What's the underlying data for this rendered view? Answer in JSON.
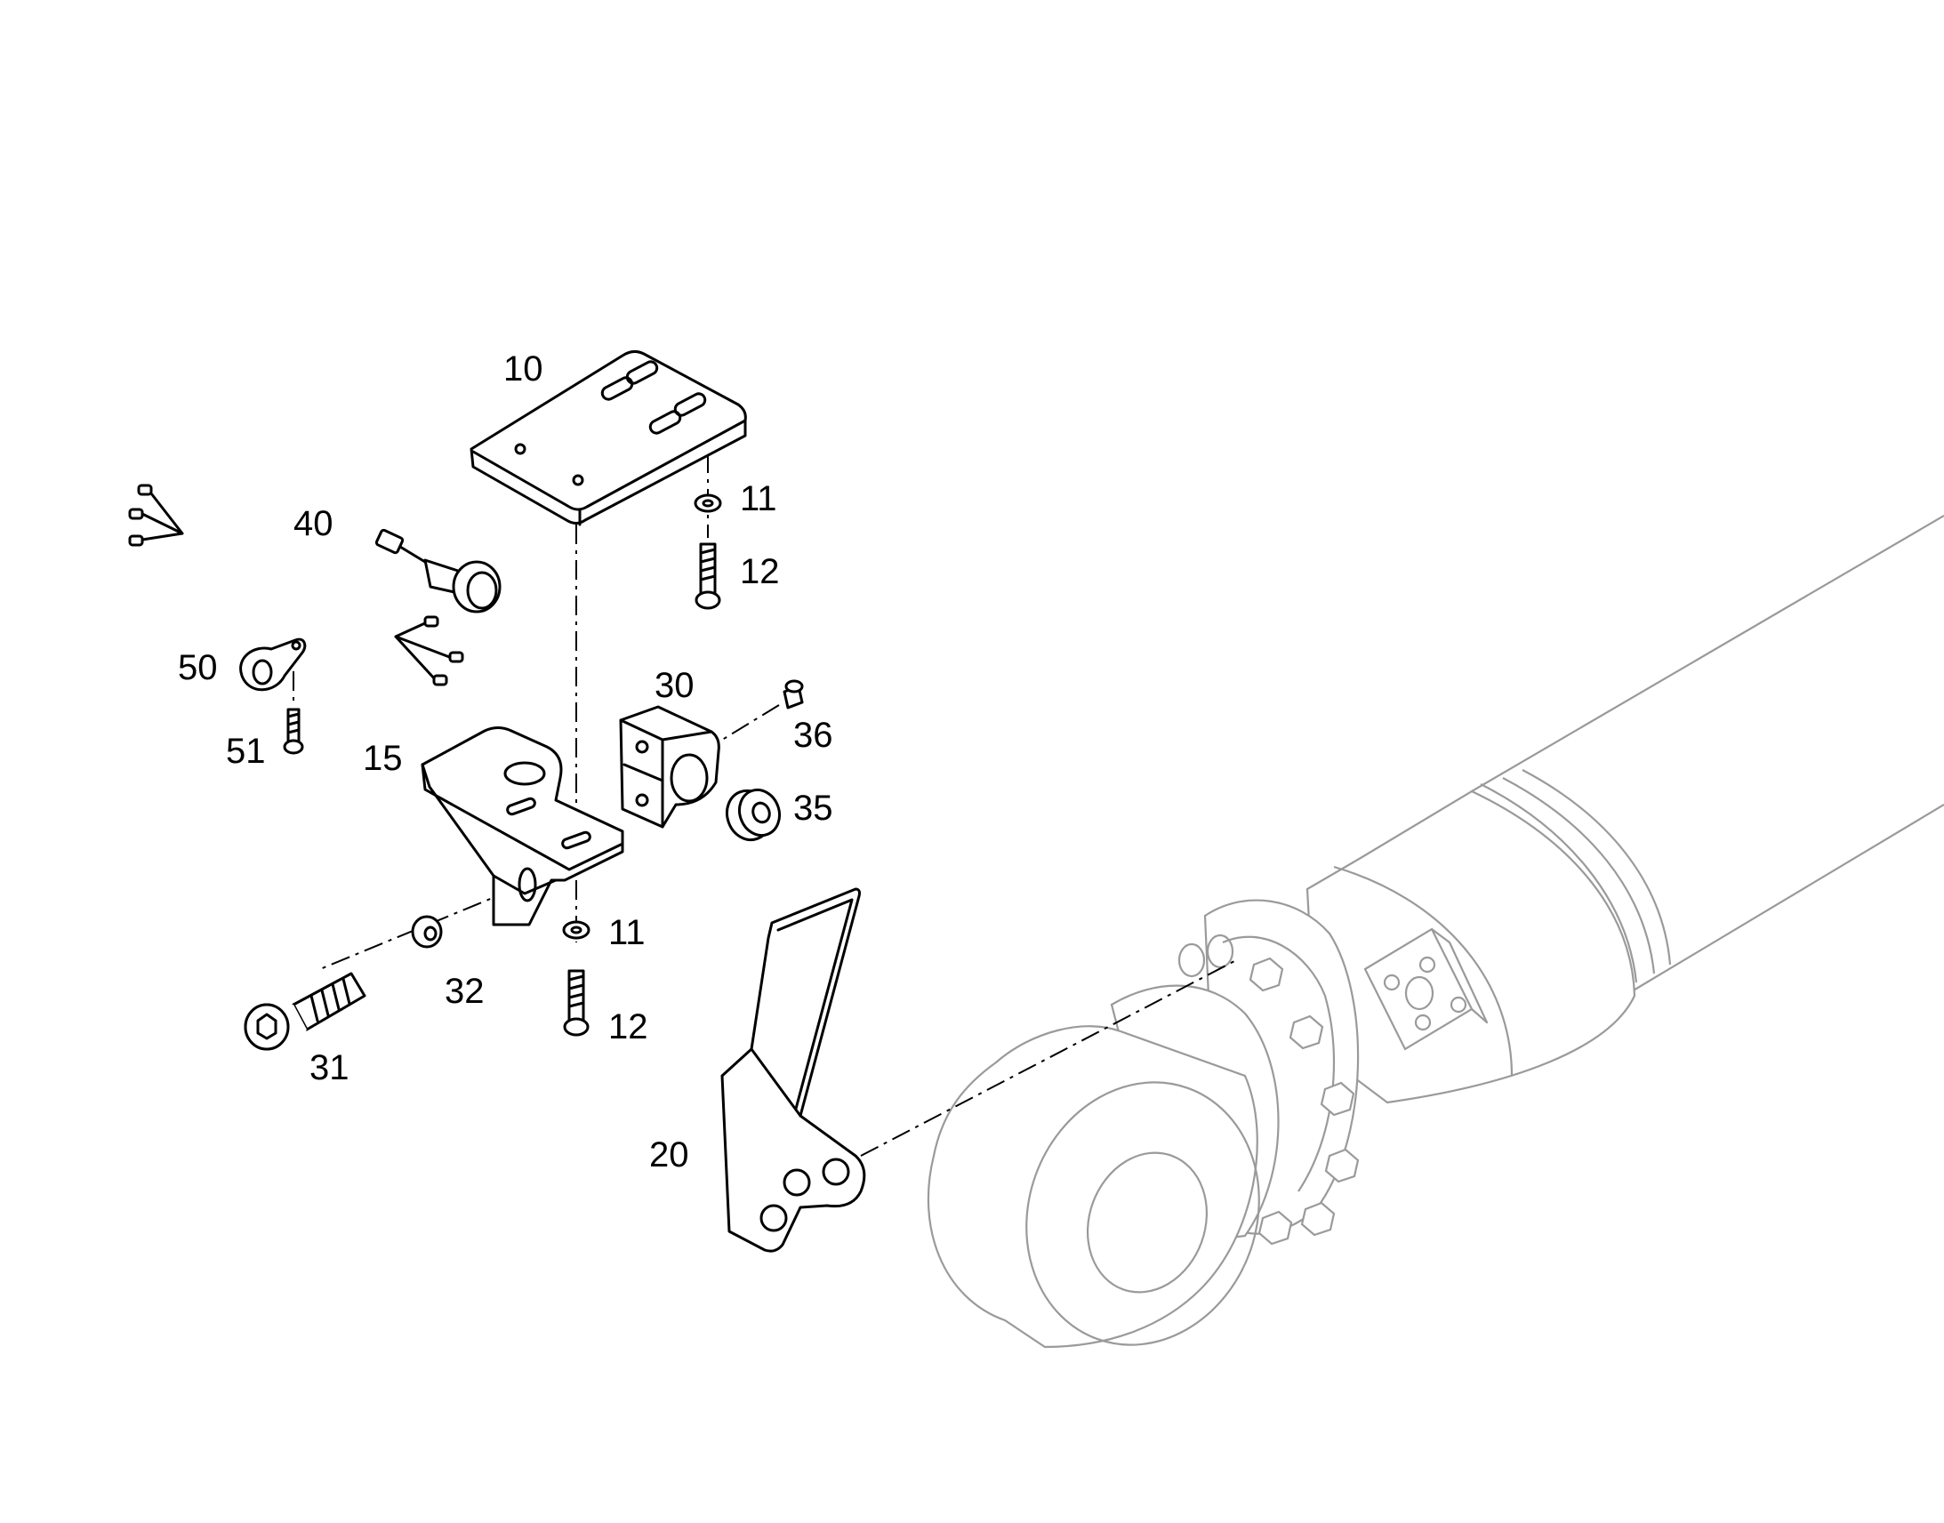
{
  "diagram": {
    "callouts": [
      {
        "id": "c10",
        "text": "10"
      },
      {
        "id": "c11a",
        "text": "11"
      },
      {
        "id": "c12a",
        "text": "12"
      },
      {
        "id": "c40",
        "text": "40"
      },
      {
        "id": "c50",
        "text": "50"
      },
      {
        "id": "c51",
        "text": "51"
      },
      {
        "id": "c15",
        "text": "15"
      },
      {
        "id": "c30",
        "text": "30"
      },
      {
        "id": "c36",
        "text": "36"
      },
      {
        "id": "c35",
        "text": "35"
      },
      {
        "id": "c11b",
        "text": "11"
      },
      {
        "id": "c12b",
        "text": "12"
      },
      {
        "id": "c32",
        "text": "32"
      },
      {
        "id": "c31",
        "text": "31"
      },
      {
        "id": "c20",
        "text": "20"
      }
    ],
    "colors": {
      "line": "#000000",
      "ghost": "#9a9a9a",
      "background": "#ffffff"
    }
  }
}
